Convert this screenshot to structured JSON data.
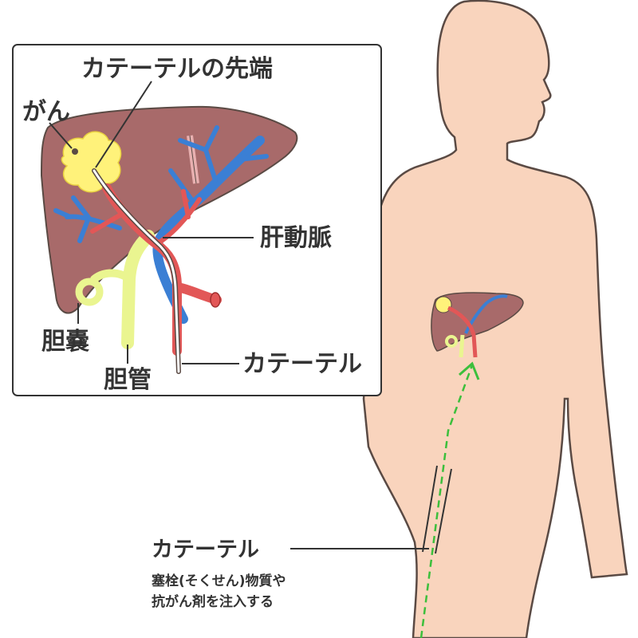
{
  "inset": {
    "labels": {
      "catheter_tip": "カテーテルの先端",
      "cancer": "がん",
      "hepatic_artery": "肝動脈",
      "gallbladder": "胆嚢",
      "bile_duct": "胆管",
      "catheter": "カテーテル"
    }
  },
  "main": {
    "catheter_label": "カテーテル",
    "note_line1": "塞栓(そくせん)物質や",
    "note_line2": "抗がん剤を注入する"
  },
  "colors": {
    "skin": "#f9d4bd",
    "skin_outline": "#5a4a44",
    "liver": "#a86a6a",
    "artery": "#e25757",
    "vein": "#3b7fd4",
    "bile_duct": "#eaf590",
    "tumor": "#fff27a",
    "catheter_path": "#3cbf3c"
  }
}
